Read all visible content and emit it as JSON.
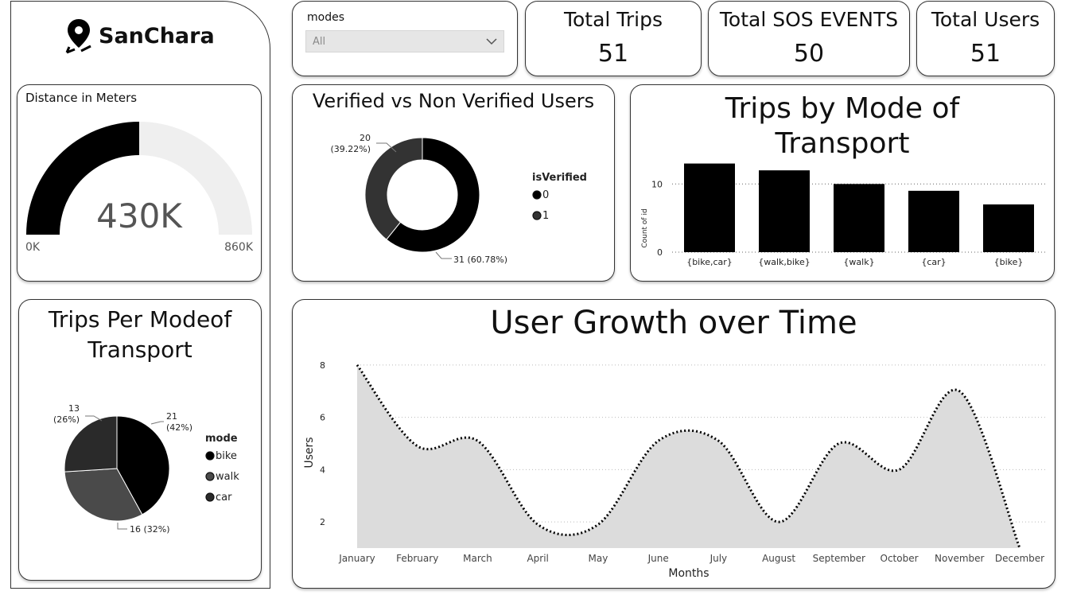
{
  "brand": {
    "name": "SanChara"
  },
  "slicer": {
    "label": "modes",
    "value": "All"
  },
  "kpis": [
    {
      "title": "Total Trips",
      "value": "51"
    },
    {
      "title": "Total SOS EVENTS",
      "value": "50"
    },
    {
      "title": "Total Users",
      "value": "51"
    }
  ],
  "gauge": {
    "title": "Distance in Meters",
    "value_label": "430K",
    "min_label": "0K",
    "max_label": "860K",
    "value": 430000,
    "min": 0,
    "max": 860000
  },
  "chart_data": [
    {
      "type": "pie",
      "variant": "donut",
      "title": "Verified vs Non Verified Users",
      "legend_title": "isVerified",
      "categories": [
        "0",
        "1"
      ],
      "values": [
        31,
        20
      ],
      "data_labels": [
        "31 (60.78%)",
        "20\n(39.22%)"
      ],
      "colors": [
        "#000000",
        "#333333"
      ]
    },
    {
      "type": "bar",
      "title": "Trips by Mode of Transport",
      "categories": [
        "{bike,car}",
        "{walk,bike}",
        "{walk}",
        "{car}",
        "{bike}"
      ],
      "values": [
        13,
        12,
        10,
        9,
        7
      ],
      "ylabel": "Count of id",
      "yticks": [
        "0",
        "10"
      ],
      "ylim": [
        0,
        14
      ],
      "color": "#000000"
    },
    {
      "type": "pie",
      "title": "Trips Per Modeof Transport",
      "legend_title": "mode",
      "categories": [
        "bike",
        "walk",
        "car"
      ],
      "values": [
        21,
        16,
        13
      ],
      "data_labels": [
        "21\n(42%)",
        "16 (32%)",
        "13\n(26%)"
      ],
      "colors": [
        "#000000",
        "#4a4a4a",
        "#2a2a2a"
      ]
    },
    {
      "type": "area",
      "title": "User Growth over Time",
      "xlabel": "Months",
      "ylabel": "Users",
      "categories": [
        "January",
        "February",
        "March",
        "April",
        "May",
        "June",
        "July",
        "August",
        "September",
        "October",
        "November",
        "December"
      ],
      "values": [
        8,
        4.9,
        5.1,
        1.9,
        1.9,
        5.1,
        5.1,
        2,
        5,
        4,
        7,
        1
      ],
      "yticks": [
        2,
        4,
        6,
        8
      ],
      "ylim": [
        1,
        8.3
      ],
      "line_color": "#000000",
      "fill_color": "#dcdcdc"
    }
  ]
}
